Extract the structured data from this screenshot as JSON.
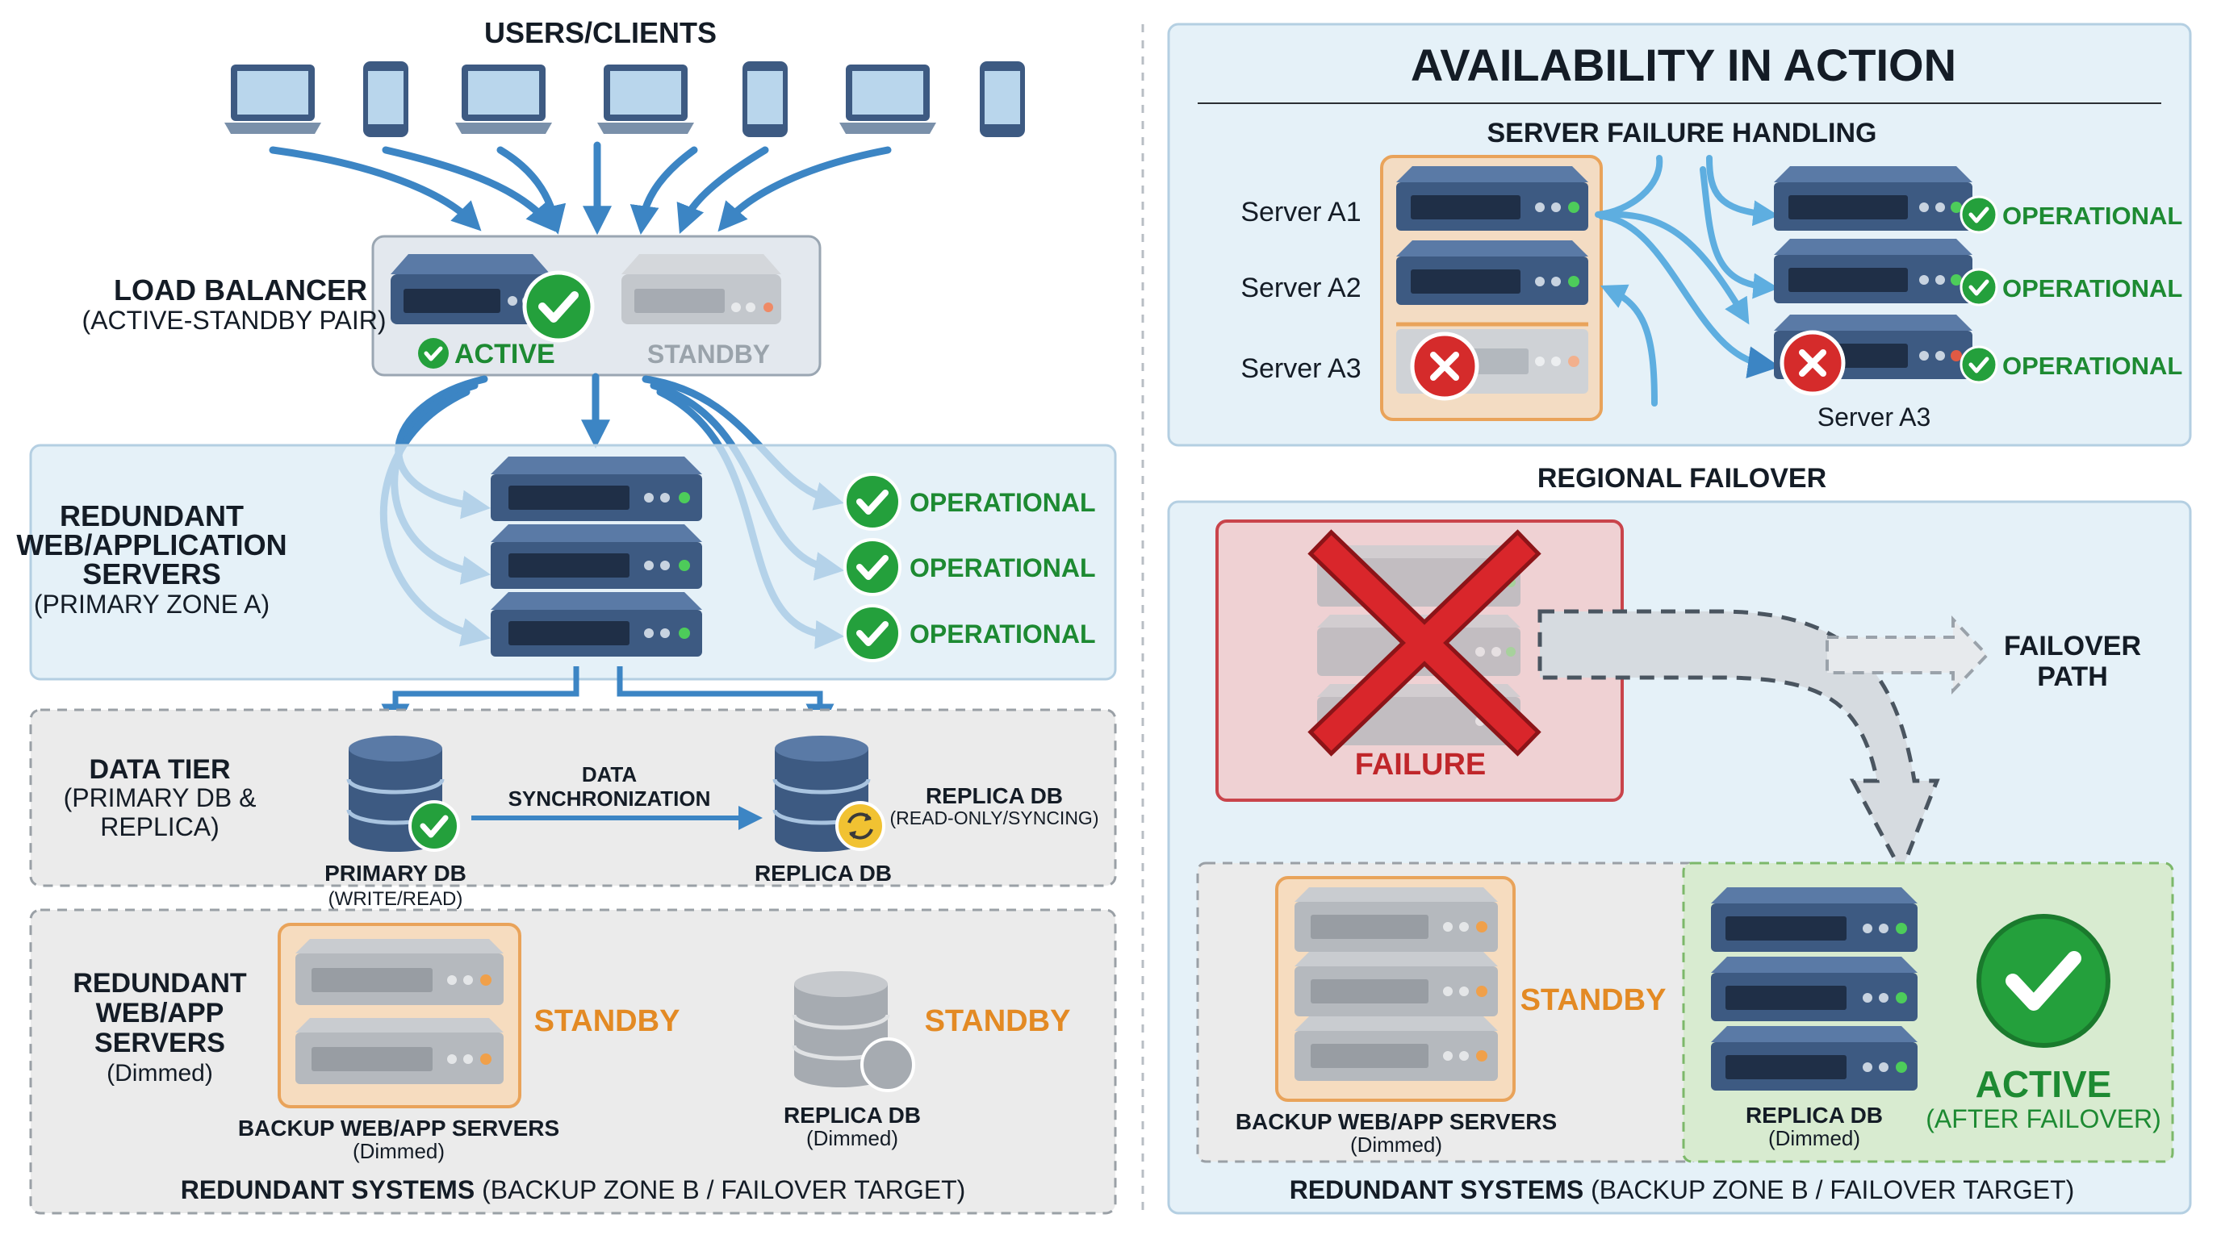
{
  "left": {
    "users_title": "USERS/CLIENTS",
    "load_balancer": {
      "title": "LOAD BALANCER",
      "subtitle": "(ACTIVE-STANDBY PAIR)",
      "active_label": "ACTIVE",
      "standby_label": "STANDBY"
    },
    "web_tier": {
      "title_lines": [
        "REDUNDANT",
        "WEB/APPLICATION",
        "SERVERS"
      ],
      "subtitle": "(PRIMARY ZONE A)",
      "status_labels": [
        "OPERATIONAL",
        "OPERATIONAL",
        "OPERATIONAL"
      ]
    },
    "data_tier": {
      "title": "DATA TIER",
      "subtitle_lines": [
        "(PRIMARY DB &",
        "REPLICA)"
      ],
      "primary_label": "PRIMARY DB",
      "primary_sub": "(WRITE/READ)",
      "sync_lines": [
        "DATA",
        "SYNCHRONIZATION"
      ],
      "replica_label": "REPLICA DB",
      "replica_side_label": "REPLICA DB",
      "replica_side_sub": "(READ-ONLY/SYNCING)"
    },
    "redundant": {
      "title_lines": [
        "REDUNDANT",
        "WEB/APP",
        "SERVERS"
      ],
      "subtitle": "(Dimmed)",
      "standby_label_1": "STANDBY",
      "standby_label_2": "STANDBY",
      "backup_label": "BACKUP WEB/APP SERVERS",
      "backup_sub": "(Dimmed)",
      "replica_label": "REPLICA DB",
      "replica_sub": "(Dimmed)",
      "footer_bold": "REDUNDANT SYSTEMS",
      "footer_rest": " (BACKUP ZONE B / FAILOVER TARGET)"
    }
  },
  "right": {
    "title": "AVAILABILITY IN ACTION",
    "server_failure": {
      "title": "SERVER FAILURE HANDLING",
      "server_labels": [
        "Server A1",
        "Server A2",
        "Server A3"
      ],
      "status_labels": [
        "OPERATIONAL",
        "OPERATIONAL",
        "OPERATIONAL"
      ],
      "bottom_label": "Server A3"
    },
    "regional": {
      "title": "REGIONAL FAILOVER",
      "failure_label": "FAILURE",
      "path_lines": [
        "FAILOVER",
        "PATH"
      ],
      "standby_label": "STANDBY",
      "backup_label": "BACKUP WEB/APP SERVERS",
      "backup_sub": "(Dimmed)",
      "replica_label": "REPLICA DB",
      "replica_sub": "(Dimmed)",
      "active_label": "ACTIVE",
      "active_sub": "(AFTER FAILOVER)",
      "footer_bold": "REDUNDANT SYSTEMS",
      "footer_rest": " (BACKUP ZONE B / FAILOVER TARGET)"
    }
  },
  "colors": {
    "panel_blue": "#dcecf6",
    "panel_gray": "#ebebeb",
    "server_blue": "#3d5a82",
    "operational_green": "#1d8a32",
    "standby_orange": "#e38a24",
    "failure_red": "#d52b2b",
    "arrow_blue": "#3c85c4"
  },
  "icons": {
    "clients": [
      "laptop-icon",
      "phone-icon",
      "laptop-icon",
      "laptop-icon",
      "phone-icon",
      "laptop-icon",
      "phone-icon"
    ],
    "status": [
      "check-circle-icon",
      "x-circle-icon",
      "sync-icon"
    ]
  }
}
